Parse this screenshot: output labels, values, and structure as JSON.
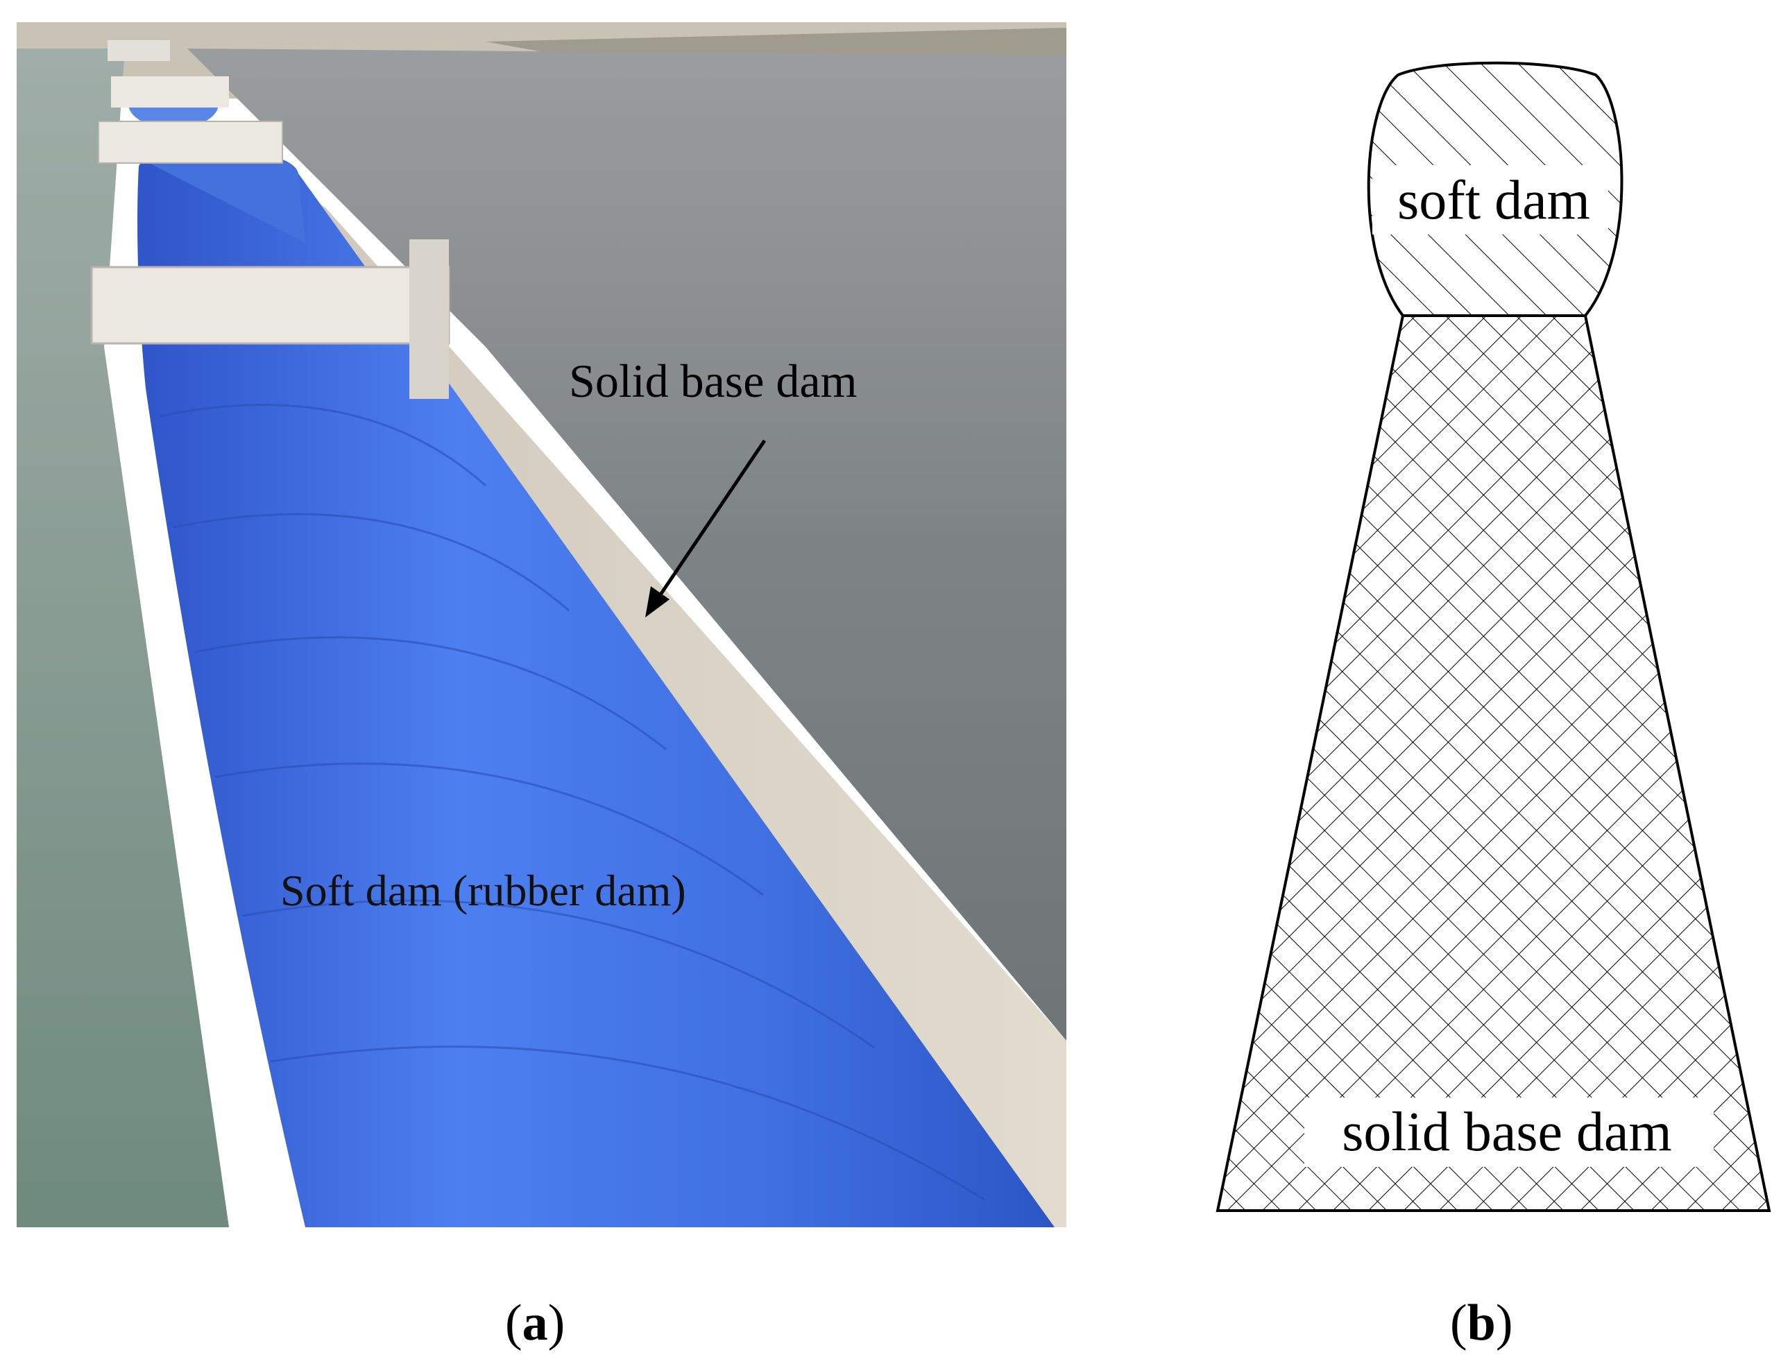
{
  "panel_a": {
    "label_open": "(",
    "label_letter": "a",
    "label_close": ")",
    "annotations": {
      "solid_base": "Solid base dam",
      "soft_dam": "Soft dam (rubber dam)"
    },
    "colors": {
      "water": "#7f8587",
      "left_water": "#8fa39a",
      "rubber_dam": "#3f6fe0",
      "concrete": "#d8d1c4"
    }
  },
  "panel_b": {
    "label_open": "(",
    "label_letter": "b",
    "label_close": ")",
    "labels": {
      "soft_dam": "soft dam",
      "solid_base": "solid base dam"
    },
    "hatch": {
      "soft_dam": "diagonal-lines",
      "solid_base": "cross-hatch"
    }
  }
}
